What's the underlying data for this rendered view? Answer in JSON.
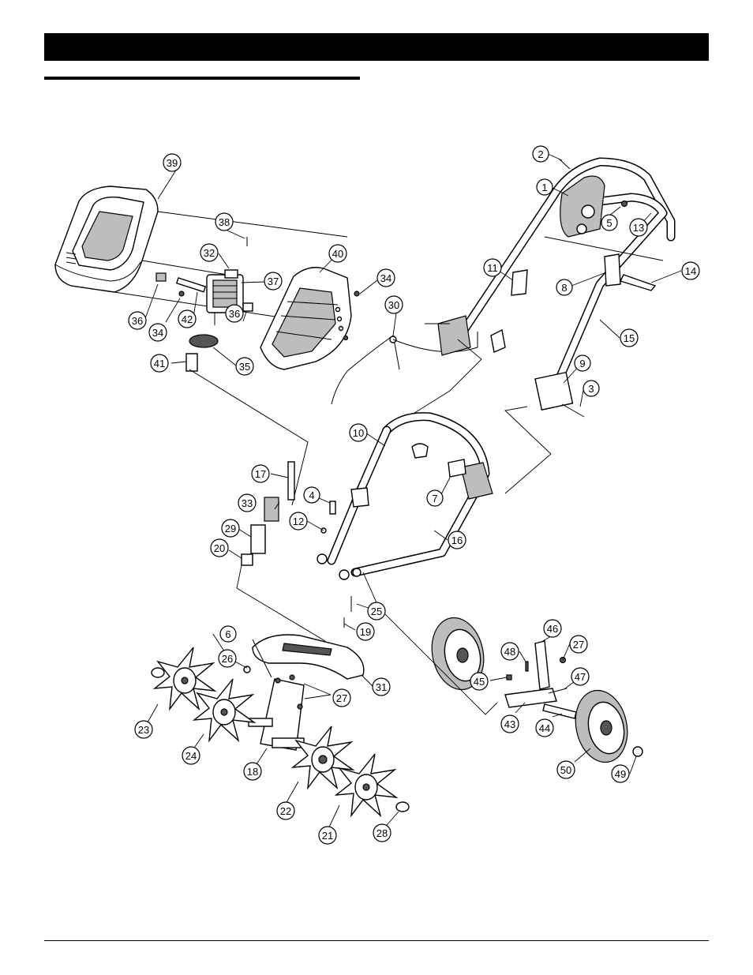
{
  "callouts": [
    {
      "id": "c1",
      "label": "1"
    },
    {
      "id": "c2",
      "label": "2"
    },
    {
      "id": "c3",
      "label": "3"
    },
    {
      "id": "c4",
      "label": "4"
    },
    {
      "id": "c5",
      "label": "5"
    },
    {
      "id": "c6",
      "label": "6"
    },
    {
      "id": "c7",
      "label": "7"
    },
    {
      "id": "c8",
      "label": "8"
    },
    {
      "id": "c9",
      "label": "9"
    },
    {
      "id": "c10",
      "label": "10"
    },
    {
      "id": "c11",
      "label": "11"
    },
    {
      "id": "c12",
      "label": "12"
    },
    {
      "id": "c13",
      "label": "13"
    },
    {
      "id": "c14",
      "label": "14"
    },
    {
      "id": "c15",
      "label": "15"
    },
    {
      "id": "c16",
      "label": "16"
    },
    {
      "id": "c17",
      "label": "17"
    },
    {
      "id": "c18",
      "label": "18"
    },
    {
      "id": "c19",
      "label": "19"
    },
    {
      "id": "c20",
      "label": "20"
    },
    {
      "id": "c21",
      "label": "21"
    },
    {
      "id": "c22",
      "label": "22"
    },
    {
      "id": "c23",
      "label": "23"
    },
    {
      "id": "c24",
      "label": "24"
    },
    {
      "id": "c25",
      "label": "25"
    },
    {
      "id": "c26",
      "label": "26"
    },
    {
      "id": "c27a",
      "label": "27"
    },
    {
      "id": "c27b",
      "label": "27"
    },
    {
      "id": "c28",
      "label": "28"
    },
    {
      "id": "c29",
      "label": "29"
    },
    {
      "id": "c30",
      "label": "30"
    },
    {
      "id": "c31",
      "label": "31"
    },
    {
      "id": "c32",
      "label": "32"
    },
    {
      "id": "c33",
      "label": "33"
    },
    {
      "id": "c34a",
      "label": "34"
    },
    {
      "id": "c34b",
      "label": "34"
    },
    {
      "id": "c35",
      "label": "35"
    },
    {
      "id": "c36a",
      "label": "36"
    },
    {
      "id": "c36b",
      "label": "36"
    },
    {
      "id": "c37",
      "label": "37"
    },
    {
      "id": "c38",
      "label": "38"
    },
    {
      "id": "c39",
      "label": "39"
    },
    {
      "id": "c40",
      "label": "40"
    },
    {
      "id": "c41",
      "label": "41"
    },
    {
      "id": "c42",
      "label": "42"
    },
    {
      "id": "c43",
      "label": "43"
    },
    {
      "id": "c44",
      "label": "44"
    },
    {
      "id": "c45",
      "label": "45"
    },
    {
      "id": "c46",
      "label": "46"
    },
    {
      "id": "c47",
      "label": "47"
    },
    {
      "id": "c48",
      "label": "48"
    },
    {
      "id": "c49",
      "label": "49"
    },
    {
      "id": "c50",
      "label": "50"
    }
  ]
}
